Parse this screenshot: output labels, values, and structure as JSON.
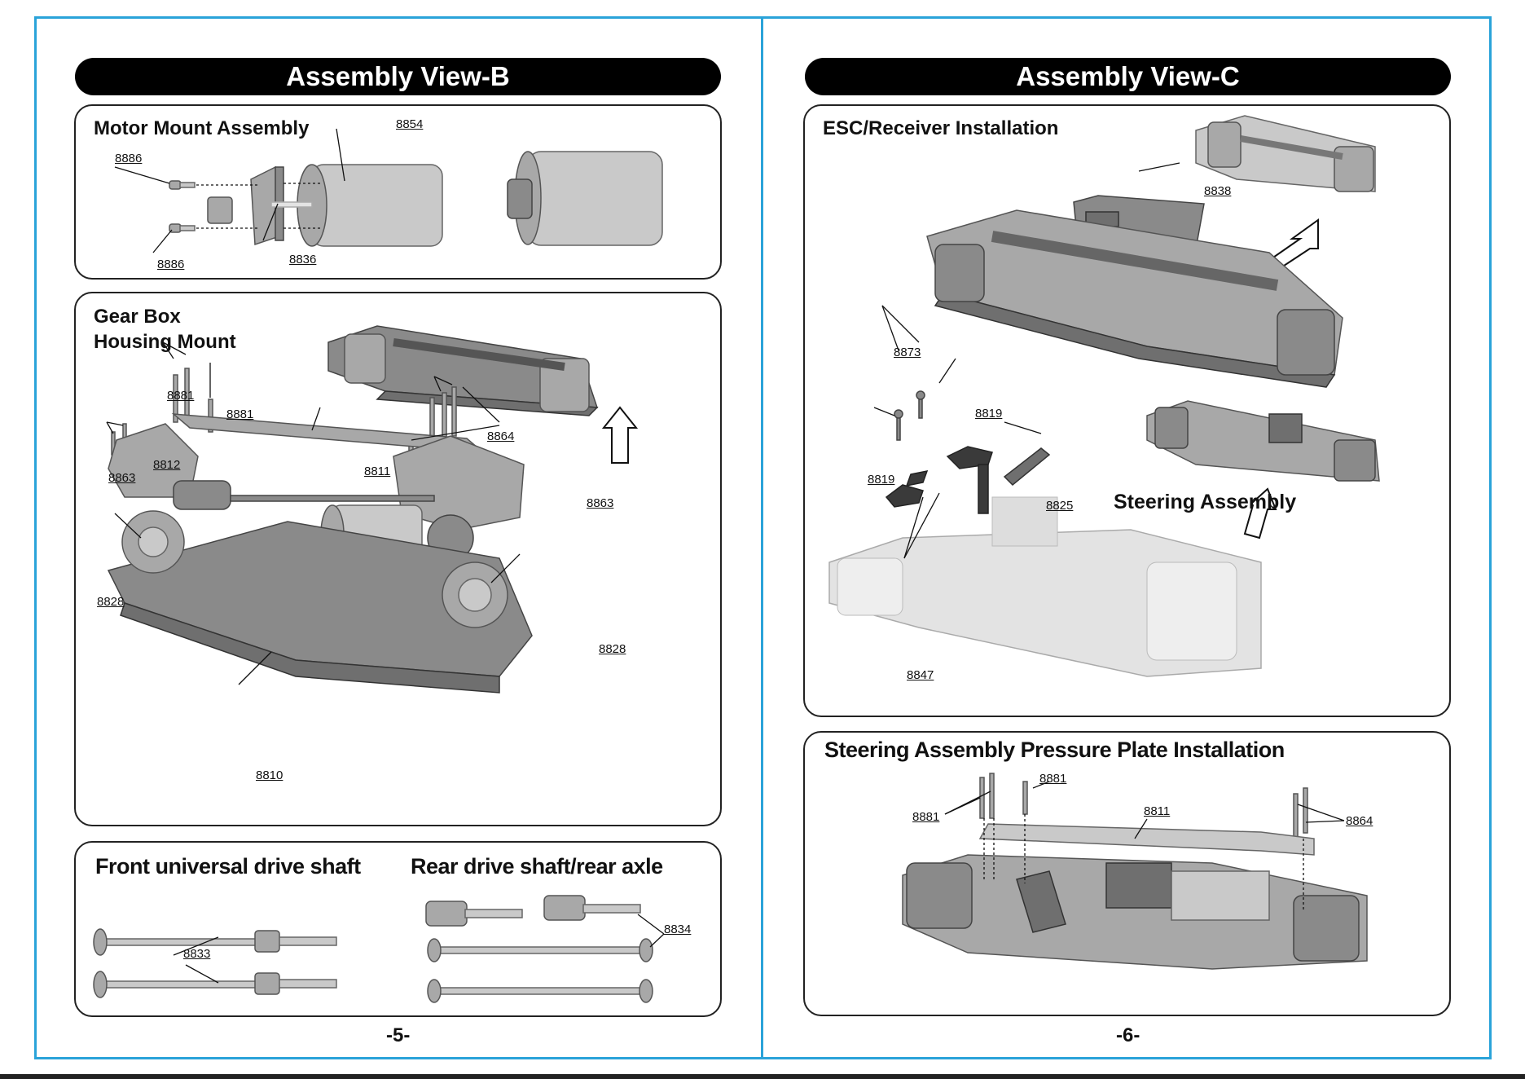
{
  "pages": [
    {
      "title": "Assembly View-B",
      "page_number": "-5-",
      "sections": {
        "motor": {
          "title": "Motor Mount Assembly"
        },
        "gearbox": {
          "title_line1": "Gear Box",
          "title_line2": "Housing Mount"
        },
        "front_shaft": {
          "title": "Front universal drive shaft"
        },
        "rear_shaft": {
          "title": "Rear drive shaft/rear axle"
        }
      }
    },
    {
      "title": "Assembly View-C",
      "page_number": "-6-",
      "sections": {
        "esc": {
          "title": "ESC/Receiver Installation",
          "steering_label": "Steering Assembly"
        },
        "pressure": {
          "title": "Steering Assembly Pressure Plate Installation"
        }
      }
    }
  ],
  "parts": {
    "p8886a": "8886",
    "p8886b": "8886",
    "p8854": "8854",
    "p8836": "8836",
    "p8881a": "8881",
    "p8881b": "8881",
    "p8812": "8812",
    "p8863a": "8863",
    "p8811": "8811",
    "p8864": "8864",
    "p8863b": "8863",
    "p8828a": "8828",
    "p8828b": "8828",
    "p8810": "8810",
    "p8833": "8833",
    "p8834": "8834",
    "p8838": "8838",
    "p8873": "8873",
    "p8819a": "8819",
    "p8819b": "8819",
    "p8825": "8825",
    "p8847": "8847",
    "p8881c": "8881",
    "p8881d": "8881",
    "p8811b": "8811",
    "p8864b": "8864"
  }
}
